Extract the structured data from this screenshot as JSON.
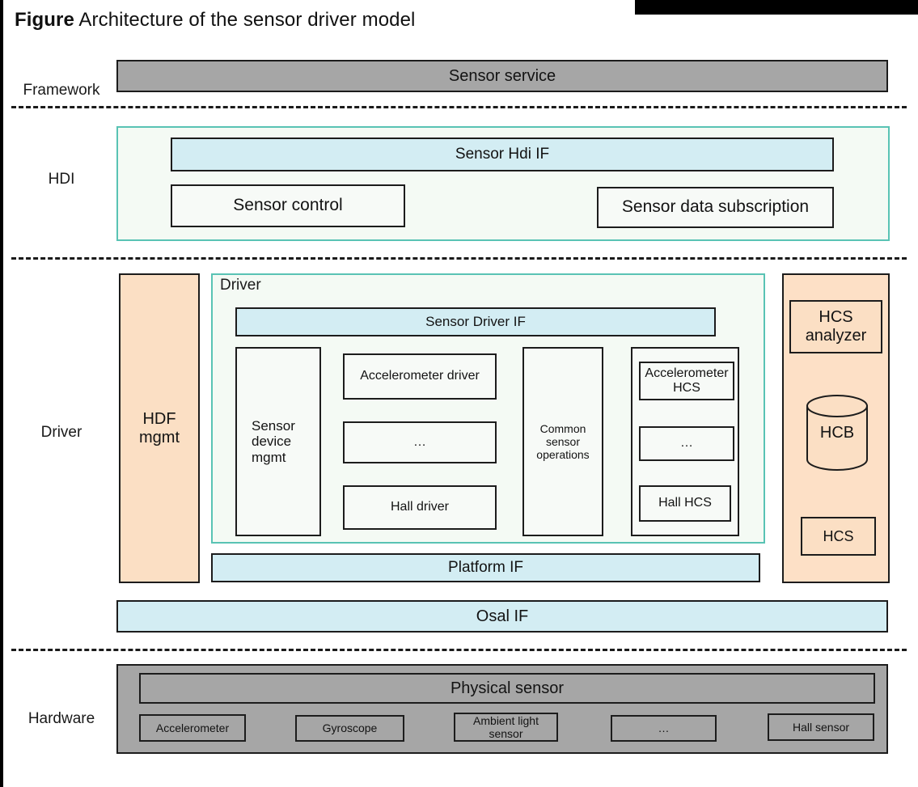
{
  "figure": {
    "label": "Figure",
    "caption": "Architecture of the sensor driver model"
  },
  "colors": {
    "gray_fill": "#a6a6a6",
    "blue_fill": "#d3edf3",
    "peach_fill": "#fbdfc4",
    "mint_fill": "#f4faf4",
    "teal_border": "#59c3b4",
    "box_border": "#1c1c1c",
    "accent_black": "#000000"
  },
  "layers": {
    "framework": {
      "label": "Framework"
    },
    "hdi": {
      "label": "HDI"
    },
    "driver": {
      "label": "Driver"
    },
    "hardware": {
      "label": "Hardware"
    }
  },
  "framework": {
    "sensor_service": "Sensor service"
  },
  "hdi": {
    "sensor_hdi_if": "Sensor Hdi IF",
    "sensor_control": "Sensor control",
    "sensor_data_subscription": "Sensor data subscription"
  },
  "driver": {
    "hdf_mgmt": "HDF\nmgmt",
    "hdf_mgmt_line1": "HDF",
    "hdf_mgmt_line2": "mgmt",
    "container_title": "Driver",
    "sensor_driver_if": "Sensor Driver IF",
    "sensor_device_mgmt_line1": "Sensor",
    "sensor_device_mgmt_line2": "device",
    "sensor_device_mgmt_line3": "mgmt",
    "drivers": [
      "Accelerometer driver",
      "…",
      "Hall driver"
    ],
    "common_sensor_operations_line1": "Common",
    "common_sensor_operations_line2": "sensor",
    "common_sensor_operations_line3": "operations",
    "hcs_items": [
      "Accelerometer HCS",
      "…",
      "Hall HCS"
    ],
    "hcs_item_0_line1": "Accelerometer",
    "hcs_item_0_line2": "HCS",
    "platform_if": "Platform IF",
    "osal_if": "Osal IF"
  },
  "hcs_panel": {
    "hcs_analyzer_line1": "HCS",
    "hcs_analyzer_line2": "analyzer",
    "hcb": "HCB",
    "hcs": "HCS"
  },
  "hardware": {
    "physical_sensor": "Physical sensor",
    "sensors": [
      "Accelerometer",
      "Gyroscope",
      "Ambient light sensor",
      "…",
      "Hall sensor"
    ],
    "ambient_line1": "Ambient light",
    "ambient_line2": "sensor"
  }
}
